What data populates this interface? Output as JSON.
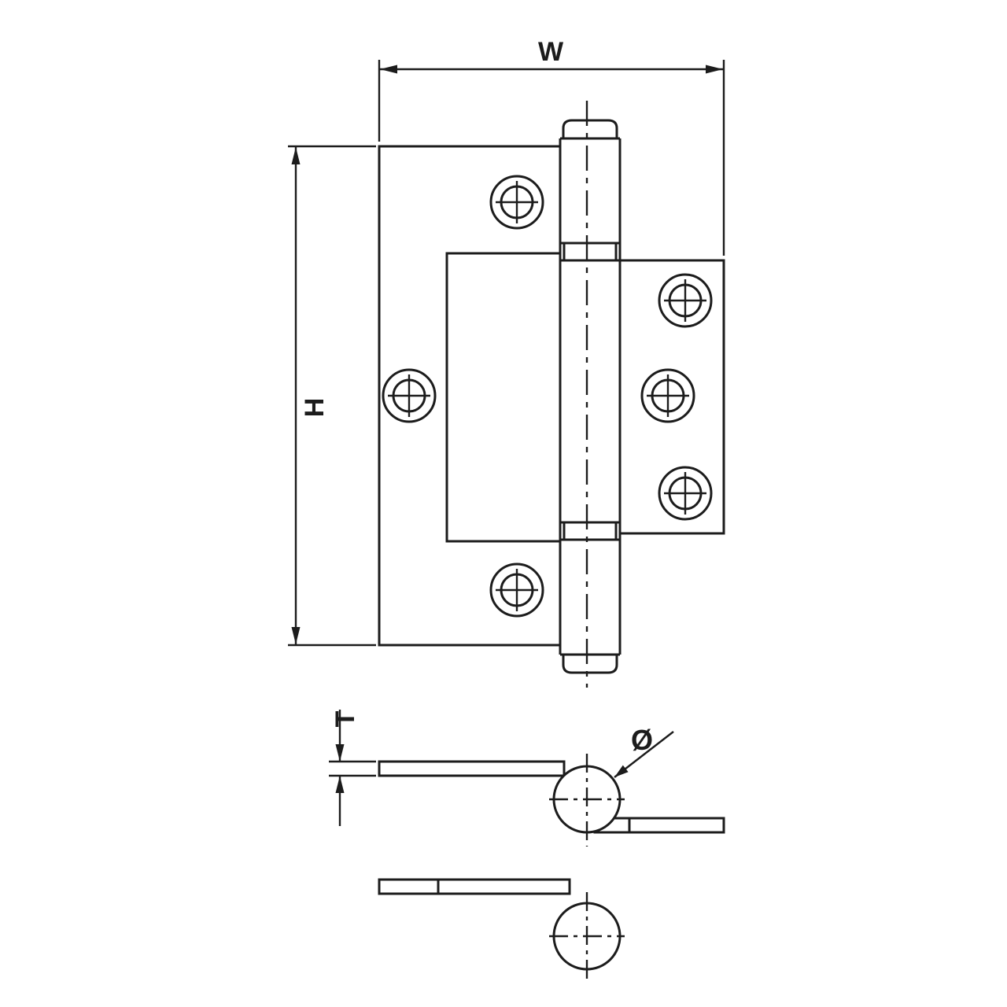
{
  "drawing": {
    "labels": {
      "width": "W",
      "height": "H",
      "thickness": "T",
      "diameter": "Ø"
    },
    "colors": {
      "line": "#1c1c1c",
      "background": "#ffffff"
    }
  }
}
